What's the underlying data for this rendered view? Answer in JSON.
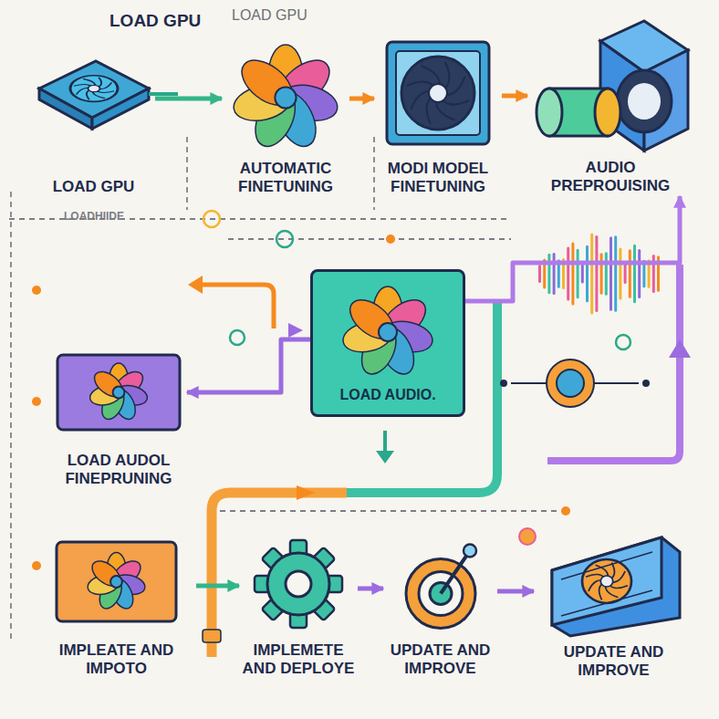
{
  "diagram": {
    "nodes": [
      {
        "text": [
          "LOAD GPU"
        ]
      },
      {
        "text": [
          "AUTOMATIC FINETUNING"
        ]
      },
      {
        "text": [
          "MODI MODEL FINETUNING"
        ]
      },
      {
        "text": [
          "AUDIO PREPROUISING"
        ]
      },
      {
        "text": [
          "LOAD AUDOL FINEPRUNING"
        ]
      },
      {
        "text": [
          "LOAD AUDIO."
        ]
      },
      {
        "text": [
          "IMPLEATE AND IMPOTO"
        ]
      },
      {
        "text": [
          "IMPLEMETE AND DEPLOYE"
        ]
      },
      {
        "text": [
          "UPDATE AND IMPROVE"
        ]
      },
      {
        "text": [
          "UPDATE AND IMPROVE"
        ]
      }
    ],
    "edges": [
      {
        "from": 0,
        "to": 1,
        "arrow": "to"
      },
      {
        "from": 1,
        "to": 2,
        "arrow": "to"
      },
      {
        "from": 2,
        "to": 3,
        "arrow": "to"
      },
      {
        "from": 5,
        "to": 4,
        "arrow": "to"
      },
      {
        "from": 5,
        "to": 3,
        "arrow": "to"
      },
      {
        "from": 6,
        "to": 7,
        "arrow": "to"
      },
      {
        "from": 7,
        "to": 8,
        "arrow": "to"
      },
      {
        "from": 8,
        "to": 9,
        "arrow": "to"
      }
    ],
    "labels": [
      "LOAD GPU",
      "LOAD GPU",
      "LOADHIIDE"
    ]
  }
}
